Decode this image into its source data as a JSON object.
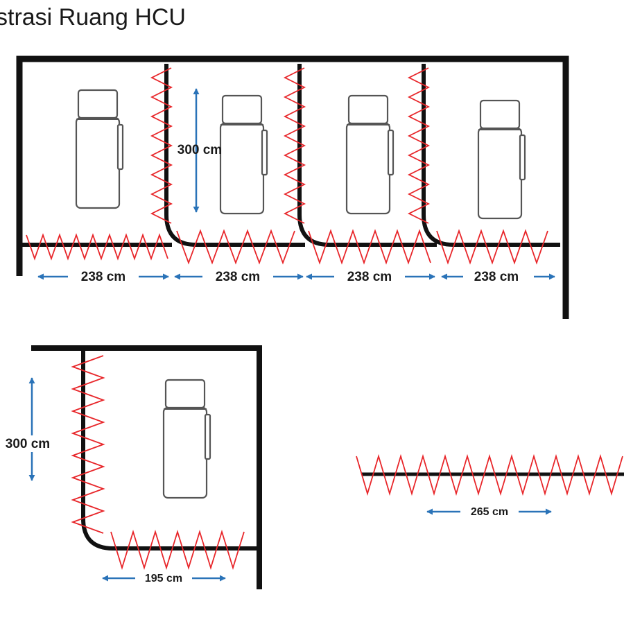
{
  "title": "strasi Ruang HCU",
  "top_room": {
    "height_label": "300 cm",
    "bay_width_labels": [
      "238 cm",
      "238 cm",
      "238 cm",
      "238 cm"
    ]
  },
  "single_room": {
    "height_label": "300 cm",
    "width_label": "195 cm"
  },
  "curtain_line": {
    "width_label": "265 cm"
  },
  "colors": {
    "wall": "#111111",
    "curtain": "#e8262a",
    "dimension_arrow": "#2a73b8",
    "bed_outline": "#555555",
    "bed_fill": "#ffffff"
  }
}
